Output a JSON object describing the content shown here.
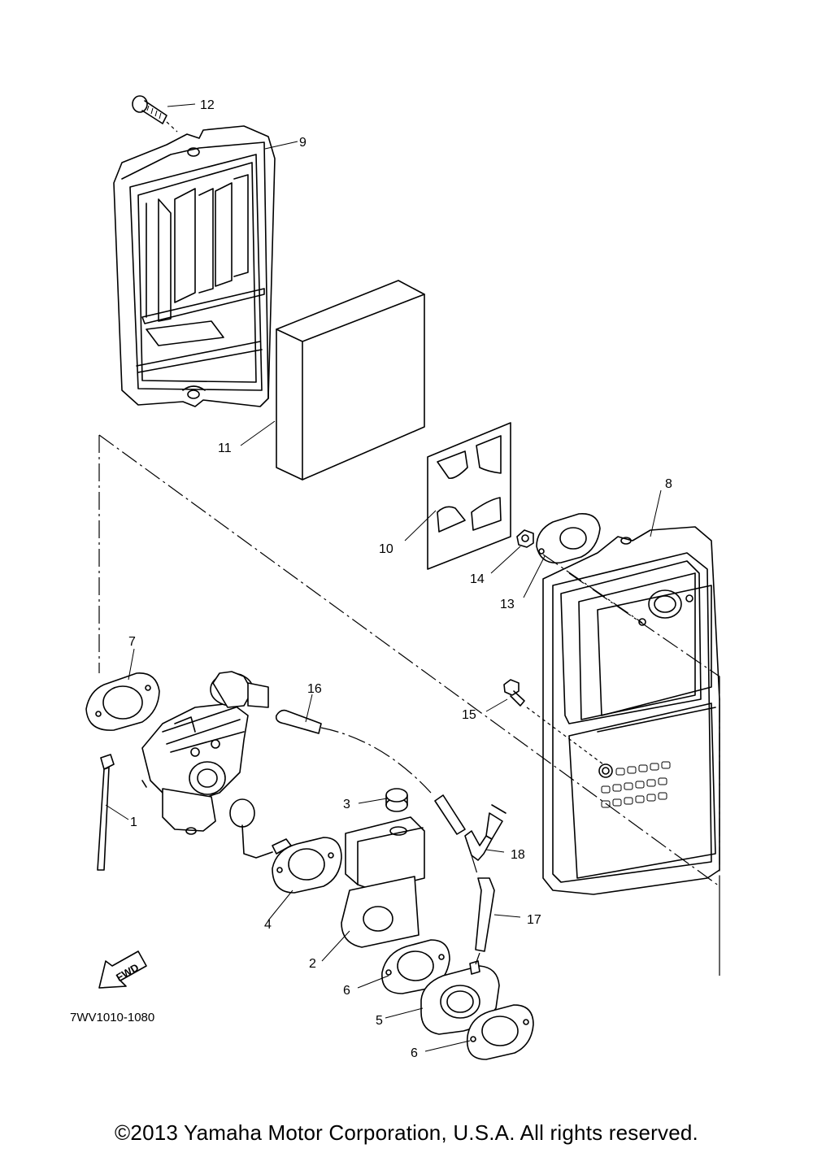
{
  "diagram": {
    "callouts": {
      "p1": "1",
      "p2": "2",
      "p3": "3",
      "p4": "4",
      "p5": "5",
      "p6a": "6",
      "p6b": "6",
      "p7": "7",
      "p8": "8",
      "p9": "9",
      "p10": "10",
      "p11": "11",
      "p12": "12",
      "p13": "13",
      "p14": "14",
      "p15": "15",
      "p16": "16",
      "p17": "17",
      "p18": "18"
    },
    "fwd_label": "FWD",
    "diagram_code": "7WV1010-1080"
  },
  "footer": {
    "copyright": "©2013 Yamaha Motor Corporation, U.S.A. All rights reserved."
  }
}
